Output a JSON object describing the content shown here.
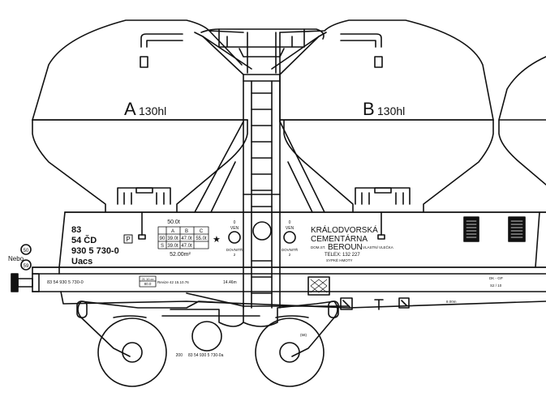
{
  "hoppers": [
    {
      "letter": "A",
      "capacity": "130hl"
    },
    {
      "letter": "B",
      "capacity": "130hl"
    }
  ],
  "wagon_number": {
    "line1": "83",
    "line2": "54 ČD",
    "line3": "930 5 730-0",
    "line4": "Uacs",
    "p_mark": "P"
  },
  "load_table": {
    "top_label": "50.0t",
    "headers": [
      "A",
      "B",
      "C"
    ],
    "rows": [
      {
        "code": "90",
        "cells": [
          "39.0t",
          "47.0t",
          "55.0t"
        ]
      },
      {
        "code": "S",
        "cells": [
          "39.0t",
          "47.0t",
          ""
        ]
      }
    ],
    "area": "52.00m²",
    "star": "★"
  },
  "vent_left": {
    "top": "0",
    "label": "VEN",
    "bottom": "DOVNITŘ",
    "num": "2"
  },
  "vent_right": {
    "top": "0",
    "label": "VEN",
    "bottom": "DOVNITŘ",
    "num": "2"
  },
  "owner": {
    "line1": "KRÁLODVORSKÁ",
    "line2": "CEMENTÁRNA",
    "dom_prefix": "DOM.ST.",
    "station": "BEROUN",
    "siding": "VLASTNÍ VLEČKA",
    "telex_label": "TELEX:",
    "telex_number": "132 227",
    "goods": "SYPKÉ HMOTY"
  },
  "side_marks": {
    "nebo": "Nebo",
    "circle_top": "50",
    "circle_bottom": "59"
  },
  "frame_labels": {
    "left_number": "83 54 930 5 730-0",
    "small_box_top": "21.10.xx",
    "small_box_bottom": "80.0",
    "revision": "Revize 42 15.10.76",
    "length": "14.46m",
    "right_length": "8.00m",
    "brake_code": "DK - GP",
    "brake_sub": "S2 / 10",
    "bottom_number": "83 54 930 5 730-0a",
    "bottom_dim": "200",
    "small_mark": "(58)"
  }
}
